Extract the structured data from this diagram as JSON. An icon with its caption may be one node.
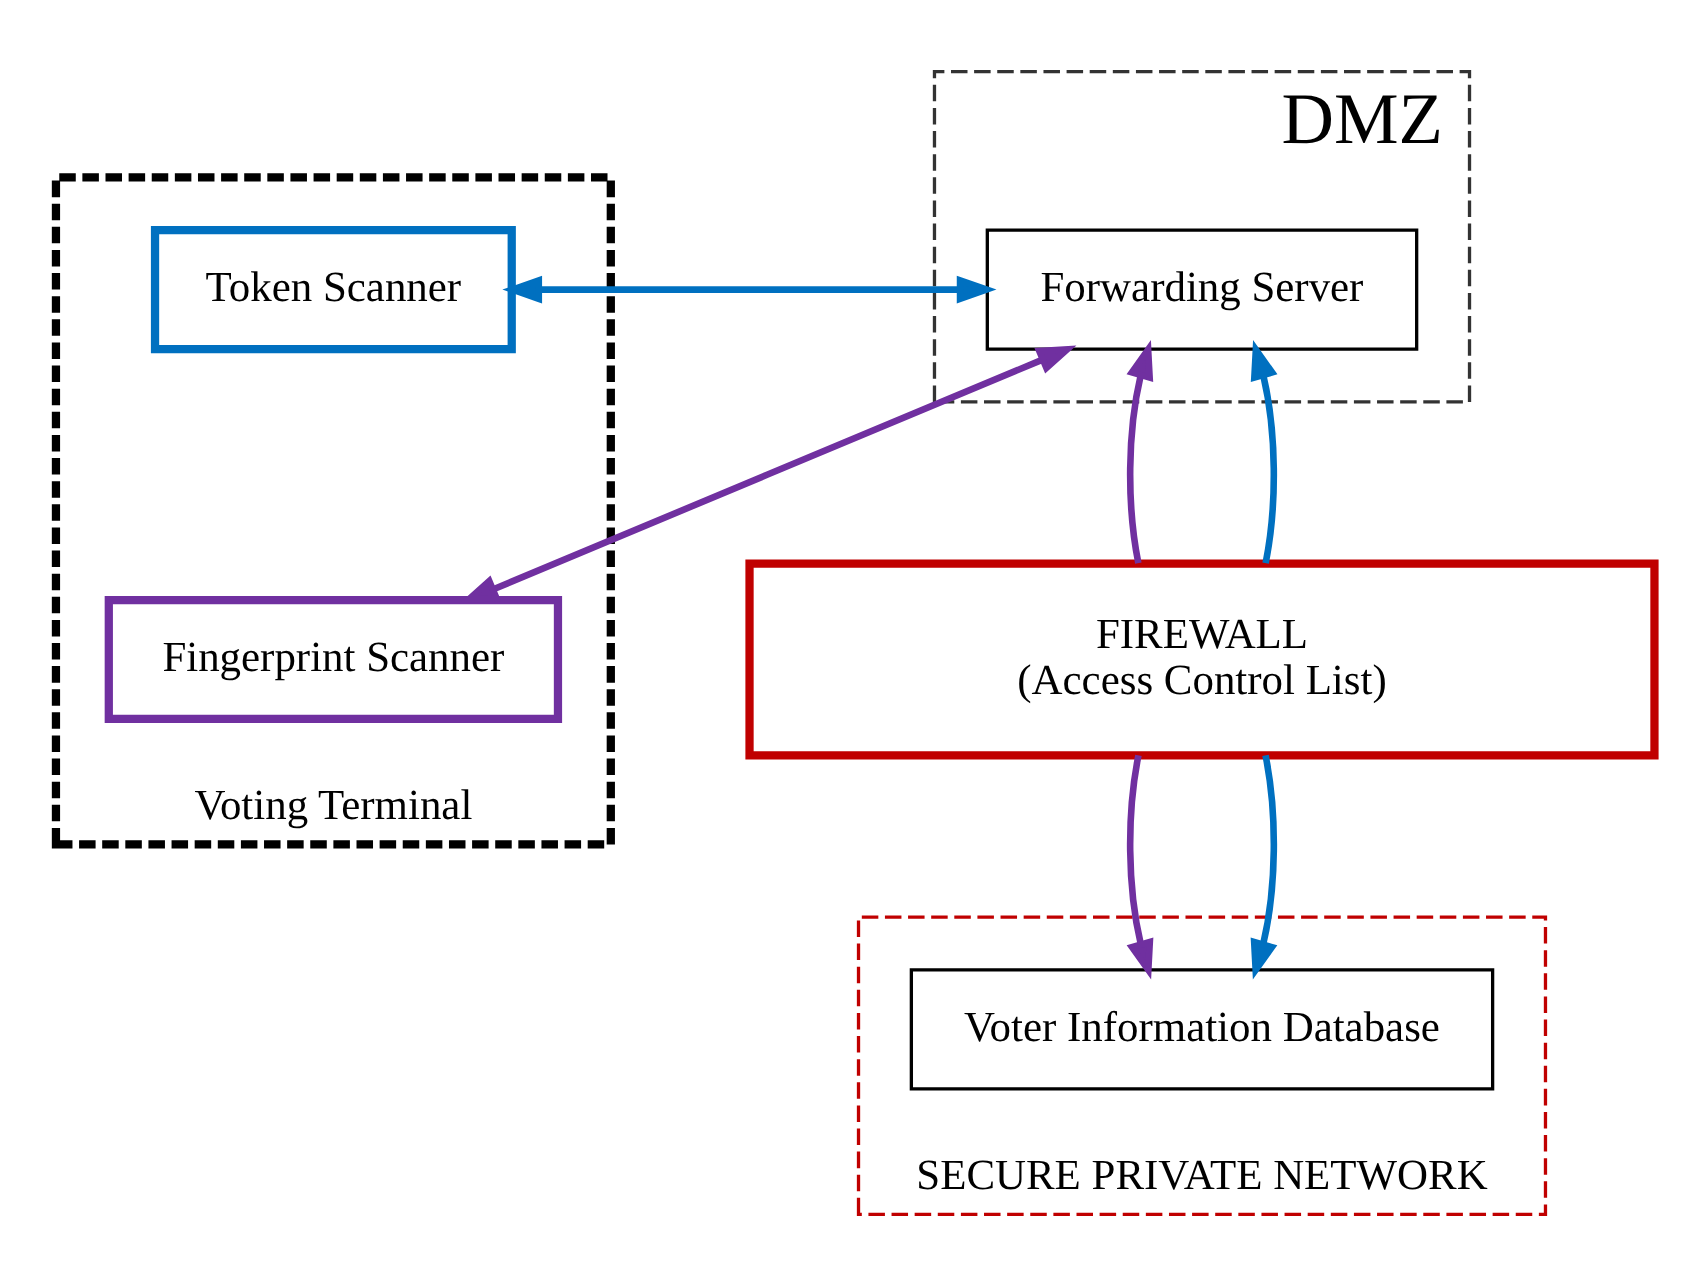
{
  "diagram": {
    "nodes": [
      {
        "text": [
          "Voting Terminal"
        ]
      },
      {
        "text": [
          "Token Scanner"
        ],
        "in": 0
      },
      {
        "text": [
          "Fingerprint Scanner"
        ],
        "in": 0
      },
      {
        "text": [
          "DMZ"
        ]
      },
      {
        "text": [
          "Forwarding Server"
        ],
        "in": 3
      },
      {
        "text": [
          "FIREWALL",
          "(Access Control List)"
        ]
      },
      {
        "text": [
          "SECURE PRIVATE NETWORK"
        ]
      },
      {
        "text": [
          "Voter Information Database"
        ],
        "in": 6
      }
    ],
    "edges": [
      {
        "from": 1,
        "to": 4,
        "arrow": "both",
        "color": "#0070c0"
      },
      {
        "from": 2,
        "to": 4,
        "arrow": "both",
        "color": "#7030a0"
      },
      {
        "from": 5,
        "to": 4,
        "arrow": "to",
        "color": "#7030a0"
      },
      {
        "from": 5,
        "to": 4,
        "arrow": "to",
        "color": "#0070c0"
      },
      {
        "from": 5,
        "to": 7,
        "arrow": "to",
        "color": "#7030a0"
      },
      {
        "from": 5,
        "to": 7,
        "arrow": "to",
        "color": "#0070c0"
      }
    ]
  }
}
